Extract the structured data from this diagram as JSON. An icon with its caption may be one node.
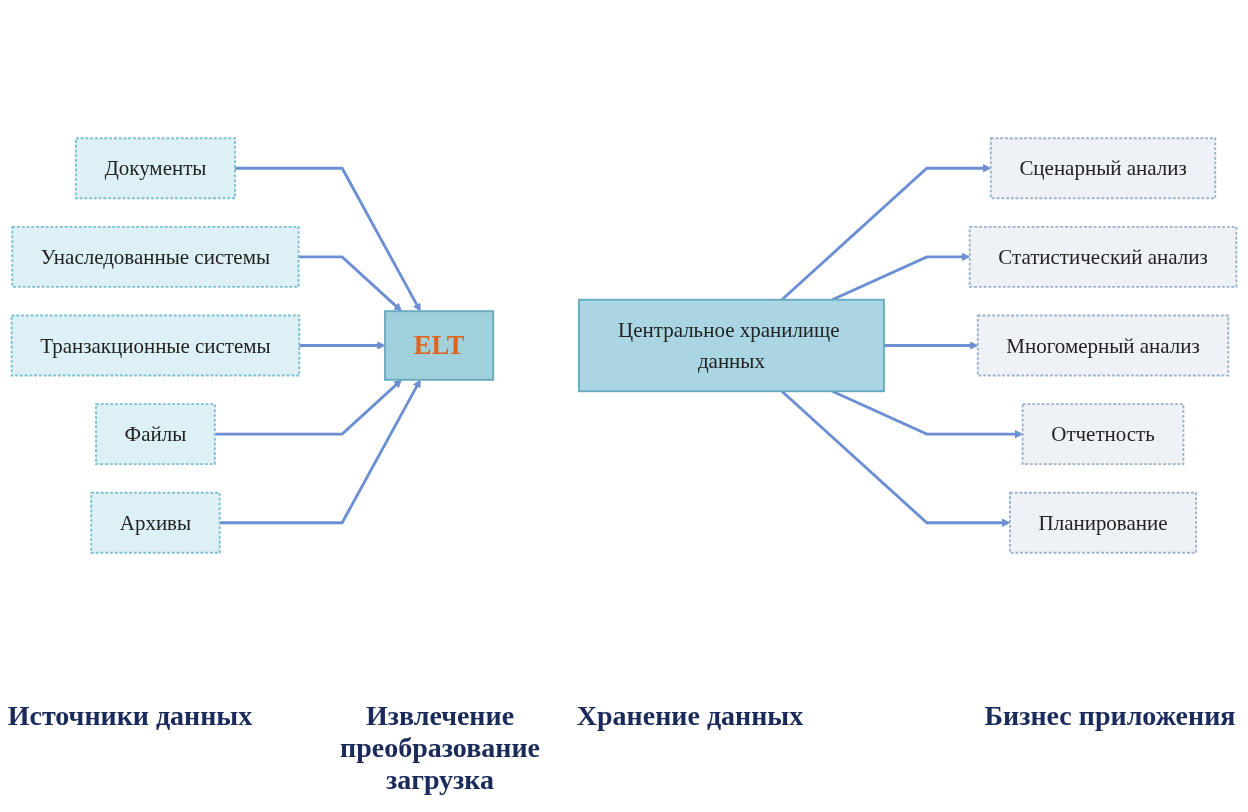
{
  "diagram": {
    "nodes": [
      {
        "text": [
          "Документы"
        ]
      },
      {
        "text": [
          "Унаследованные системы"
        ]
      },
      {
        "text": [
          "Транзакционные системы"
        ]
      },
      {
        "text": [
          "Файлы"
        ]
      },
      {
        "text": [
          "Архивы"
        ]
      },
      {
        "text": [
          "ELT"
        ]
      },
      {
        "text": [
          "Центральное хранилище данных"
        ]
      },
      {
        "text": [
          "Сценарный анализ"
        ]
      },
      {
        "text": [
          "Статистический анализ"
        ]
      },
      {
        "text": [
          "Многомерный анализ"
        ]
      },
      {
        "text": [
          "Отчетность"
        ]
      },
      {
        "text": [
          "Планирование"
        ]
      }
    ],
    "edges": [
      {
        "from": 0,
        "to": 5,
        "arrow": "to"
      },
      {
        "from": 1,
        "to": 5,
        "arrow": "to"
      },
      {
        "from": 2,
        "to": 5,
        "arrow": "to"
      },
      {
        "from": 3,
        "to": 5,
        "arrow": "to"
      },
      {
        "from": 4,
        "to": 5,
        "arrow": "to"
      },
      {
        "from": 6,
        "to": 7,
        "arrow": "to"
      },
      {
        "from": 6,
        "to": 8,
        "arrow": "to"
      },
      {
        "from": 6,
        "to": 9,
        "arrow": "to"
      },
      {
        "from": 6,
        "to": 10,
        "arrow": "to"
      },
      {
        "from": 6,
        "to": 11,
        "arrow": "to"
      }
    ],
    "labels": [
      "Источники данных",
      "Извлечение преобразование загрузка",
      "Хранение данных",
      "Бизнес приложения"
    ]
  }
}
